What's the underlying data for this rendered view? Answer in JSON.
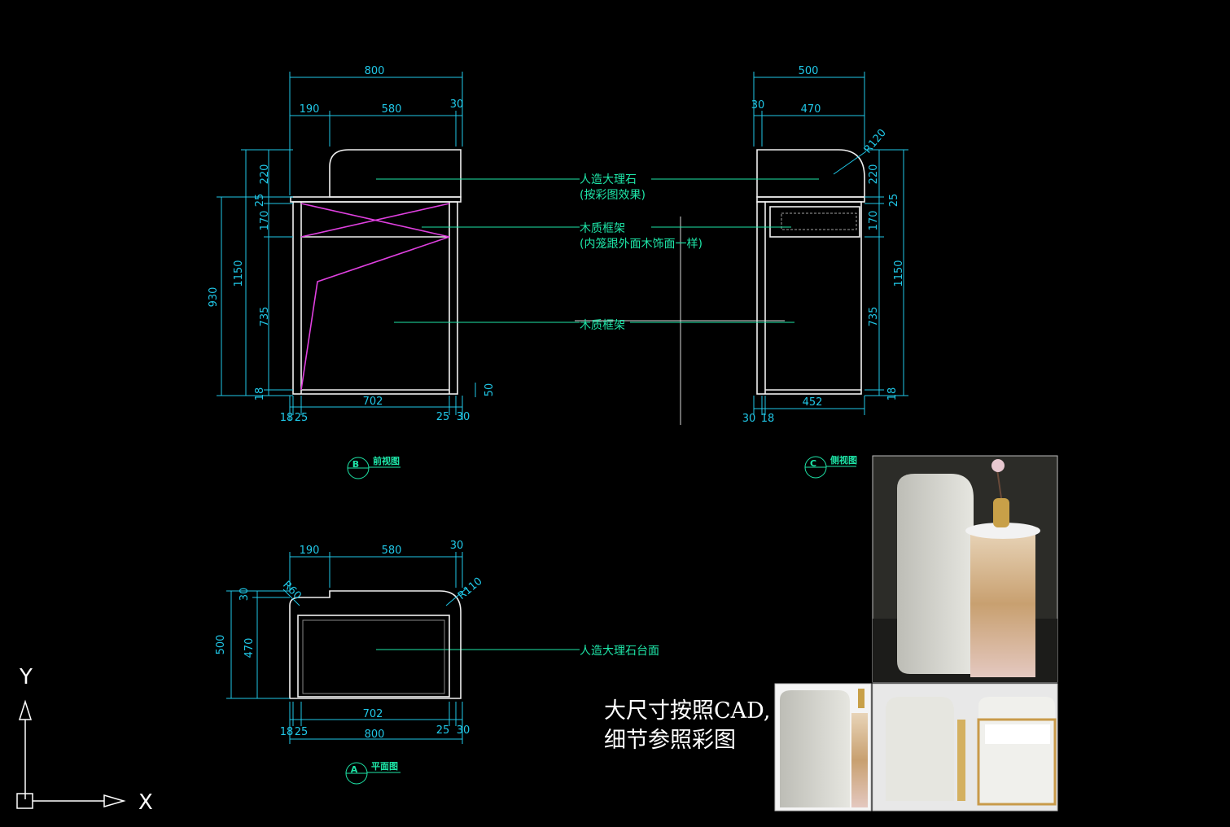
{
  "front_view": {
    "top_total": "800",
    "top_left": "190",
    "top_mid": "580",
    "top_right": "30",
    "left_h1": "220",
    "left_h2": "25",
    "left_h3": "170",
    "left_h4": "735",
    "left_h5": "18",
    "overall_h": "1150",
    "body_h": "930",
    "bottom_mid": "702",
    "bottom_l1": "18",
    "bottom_l2": "25",
    "bottom_r1": "25",
    "bottom_r2": "30",
    "foot_h": "50",
    "tag_letter": "B",
    "tag_name": "前视图"
  },
  "side_view": {
    "top_total": "500",
    "top_left": "30",
    "top_mid": "470",
    "radius": "R120",
    "right_h1": "220",
    "right_h2": "25",
    "right_h3": "170",
    "right_h4": "735",
    "right_h5": "18",
    "overall_h": "1150",
    "bottom_mid": "452",
    "bottom_l1": "30",
    "bottom_l2": "18",
    "tag_letter": "C",
    "tag_name": "侧视图"
  },
  "plan_view": {
    "top_left": "190",
    "top_mid": "580",
    "top_right": "30",
    "radius_left": "R60",
    "radius_right": "R110",
    "left_h1": "30",
    "left_h2": "470",
    "overall_w": "500",
    "bottom_mid": "702",
    "bottom_total": "800",
    "bottom_l1": "18",
    "bottom_l2": "25",
    "bottom_r1": "25",
    "bottom_r2": "30",
    "tag_letter": "A",
    "tag_name": "平面图"
  },
  "callouts": {
    "marble": "人造大理石",
    "marble_note": "(按彩图效果)",
    "wood_frame": "木质框架",
    "wood_frame_note": "(内笼跟外面木饰面一样)",
    "wood_frame_2": "木质框架",
    "marble_top": "人造大理石台面"
  },
  "note": {
    "line1": "大尺寸按照CAD,",
    "line2": "细节参照彩图"
  },
  "ucs": {
    "y": "Y",
    "x": "X"
  },
  "colors": {
    "background": "#000000",
    "dimension": "#20c8e8",
    "leader": "#1ee6a8",
    "outline": "#f0f0f0",
    "cross_brace": "#e040e0"
  }
}
